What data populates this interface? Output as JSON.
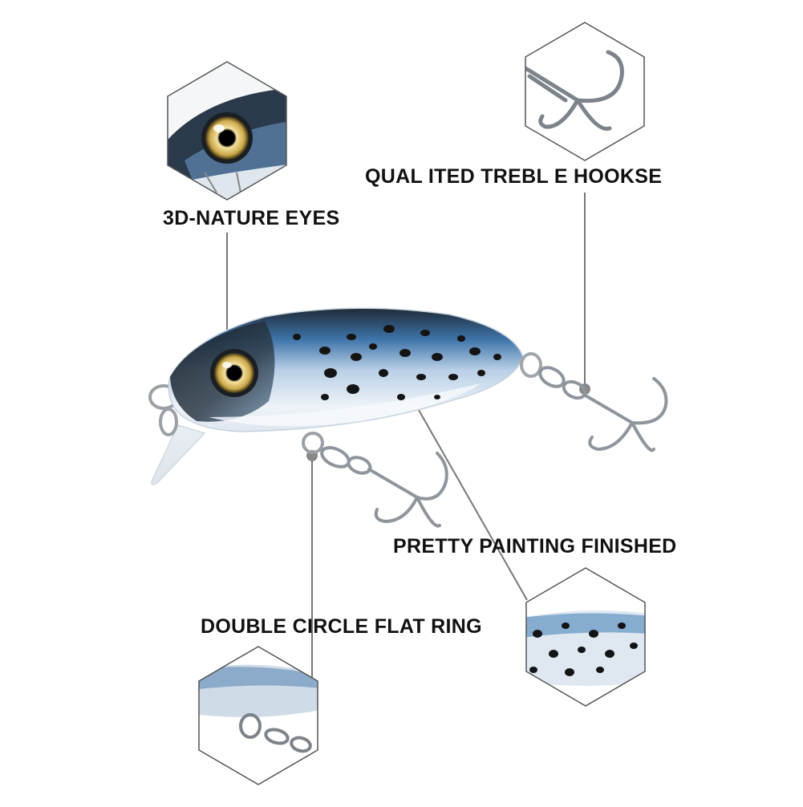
{
  "labels": {
    "eyes": "3D-NATURE EYES",
    "hooks": "QUAL ITED TREBL E HOOKSE",
    "painting": "PRETTY PAINTING FINISHED",
    "ring": "DOUBLE CIRCLE FLAT RING"
  },
  "colors": {
    "background": "#ffffff",
    "callout_line": "#666666",
    "hexagon_border": "#555555",
    "lure_blue": "#3d73a8",
    "lure_dark": "#1b2630",
    "spot": "#111111",
    "eye_gold": "#c9a84a",
    "metal": "#9aa0a6",
    "text": "#111111"
  },
  "icons": {
    "eyes_inset": "lure-eye-closeup",
    "hooks_inset": "treble-hook-closeup",
    "painting_inset": "spotted-body-closeup",
    "ring_inset": "flat-ring-closeup"
  }
}
